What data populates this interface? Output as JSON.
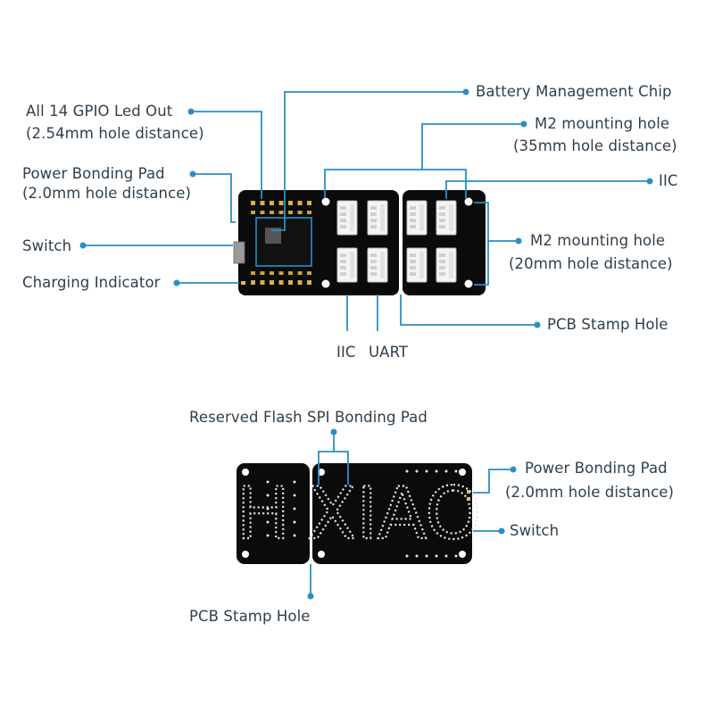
{
  "accent_color": "#2a8fc7",
  "text_color": "#2f3f4c",
  "board_color": "#0b0b0b",
  "top_board": {
    "labels": {
      "battery_chip": "Battery Management Chip",
      "gpio_line1": "All 14 GPIO Led Out",
      "gpio_line2": "(2.54mm hole distance)",
      "m2_35_line1": "M2 mounting hole",
      "m2_35_line2": "(35mm hole distance)",
      "power_pad_line1": "Power Bonding Pad",
      "power_pad_line2": "(2.0mm hole distance)",
      "iic_right": "IIC",
      "switch": "Switch",
      "m2_20_line1": "M2 mounting hole",
      "m2_20_line2": "(20mm hole distance)",
      "charging": "Charging Indicator",
      "pcb_stamp": "PCB Stamp Hole",
      "iic_bottom": "IIC",
      "uart": "UART"
    }
  },
  "bottom_board": {
    "silkscreen": "XIAO",
    "labels": {
      "reserved_flash": "Reserved Flash SPI Bonding Pad",
      "power_pad_line1": "Power Bonding Pad",
      "power_pad_line2": "(2.0mm hole distance)",
      "switch": "Switch",
      "pcb_stamp": "PCB Stamp Hole"
    }
  }
}
